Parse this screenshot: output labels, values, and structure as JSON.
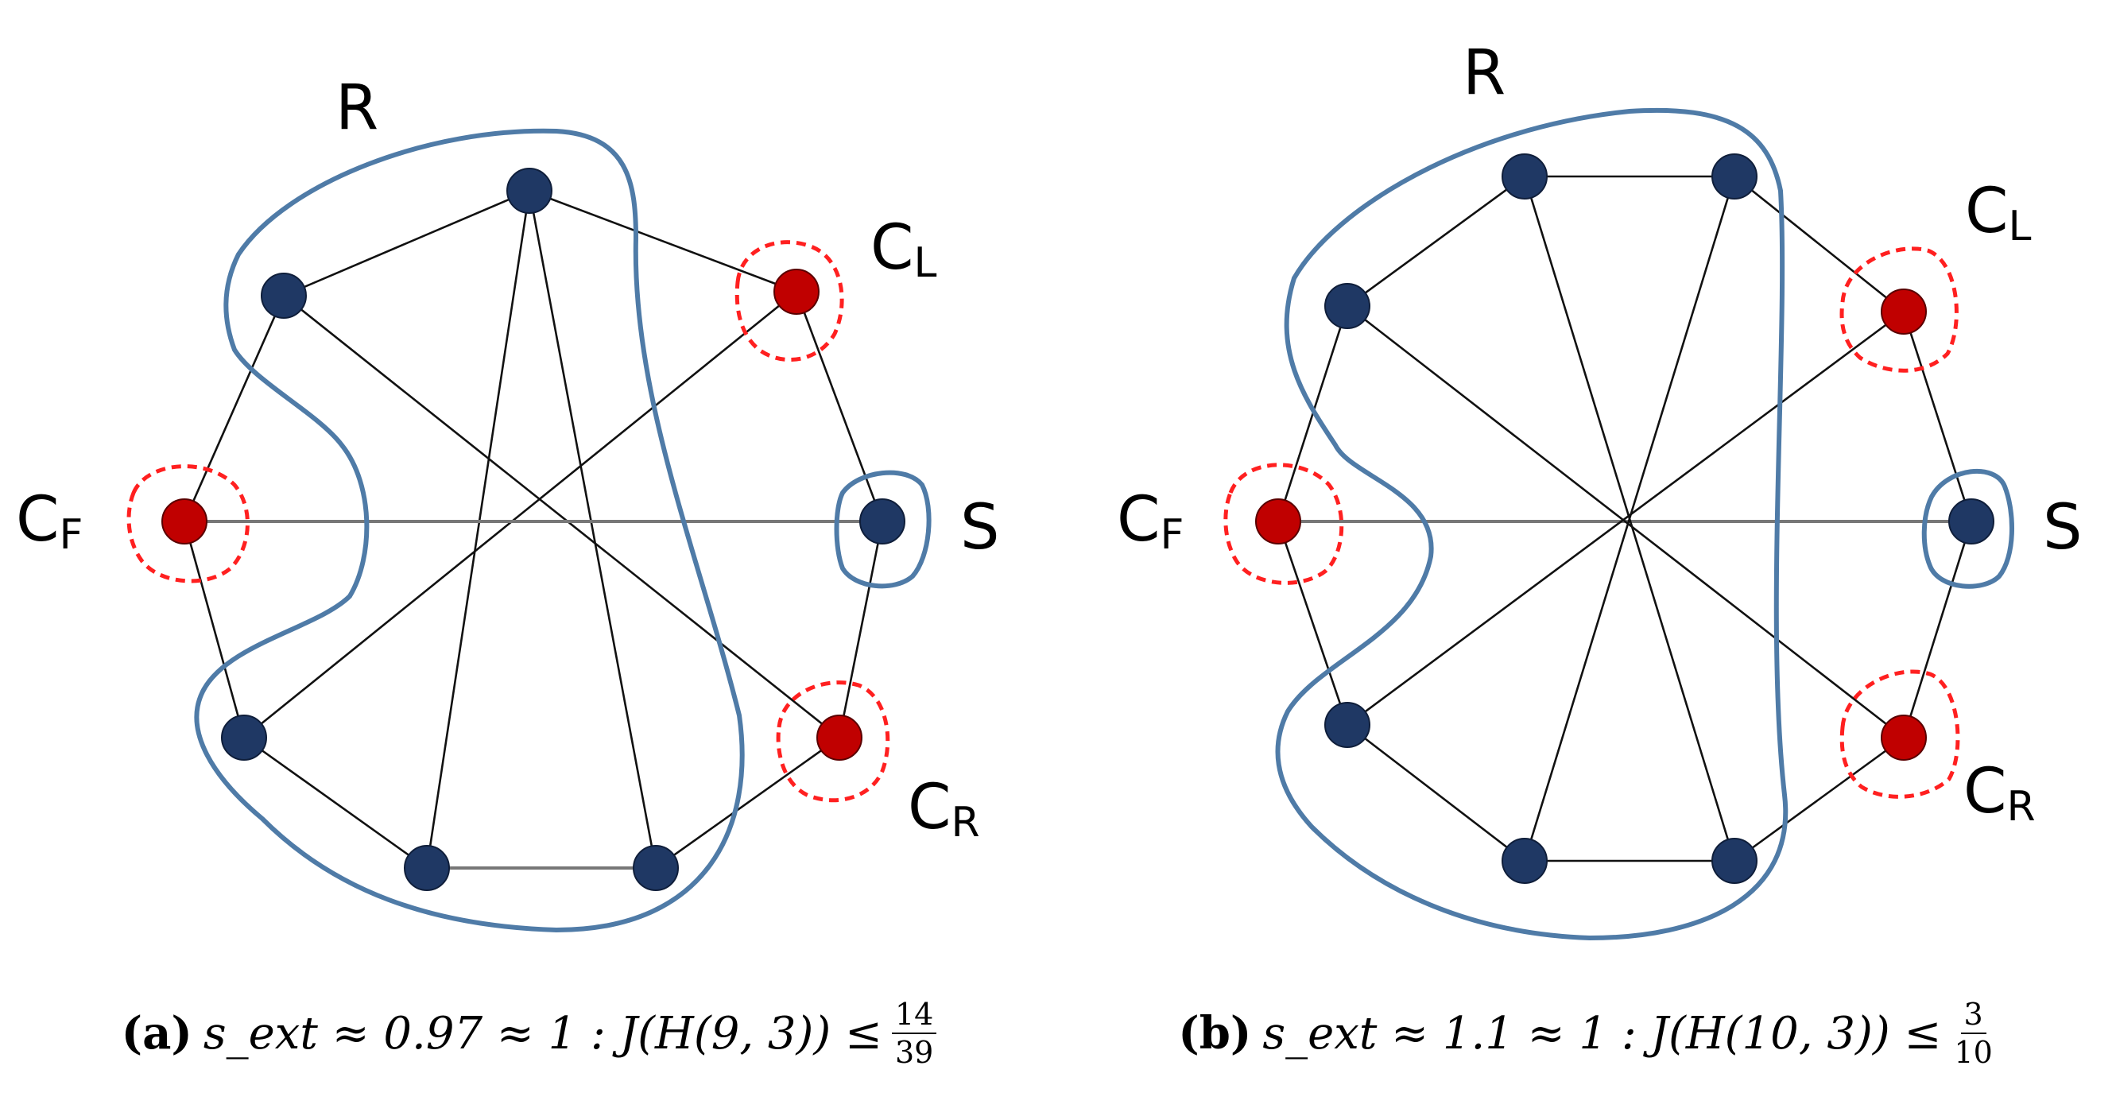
{
  "panels": [
    {
      "id": "a",
      "labels": {
        "region_r": "R",
        "region_s": "S",
        "c_left": {
          "main": "C",
          "sub": "L"
        },
        "c_front": {
          "main": "C",
          "sub": "F"
        },
        "c_right": {
          "main": "C",
          "sub": "R"
        }
      },
      "caption": {
        "letter": "(a)",
        "math": "s_ext ≈ 0.97 ≈ 1 : J(H(9, 3)) ≤",
        "frac_num": "14",
        "frac_den": "39"
      }
    },
    {
      "id": "b",
      "labels": {
        "region_r": "R",
        "region_s": "S",
        "c_left": {
          "main": "C",
          "sub": "L"
        },
        "c_front": {
          "main": "C",
          "sub": "F"
        },
        "c_right": {
          "main": "C",
          "sub": "R"
        }
      },
      "caption": {
        "letter": "(b)",
        "math": "s_ext ≈ 1.1 ≈ 1 : J(H(10, 3)) ≤",
        "frac_num": "3",
        "frac_den": "10"
      }
    }
  ],
  "colors": {
    "node_default": "#1f3864",
    "node_highlight": "#c00000",
    "region_outline": "#4f7ba7",
    "dashed_outline": "#ff2020"
  }
}
